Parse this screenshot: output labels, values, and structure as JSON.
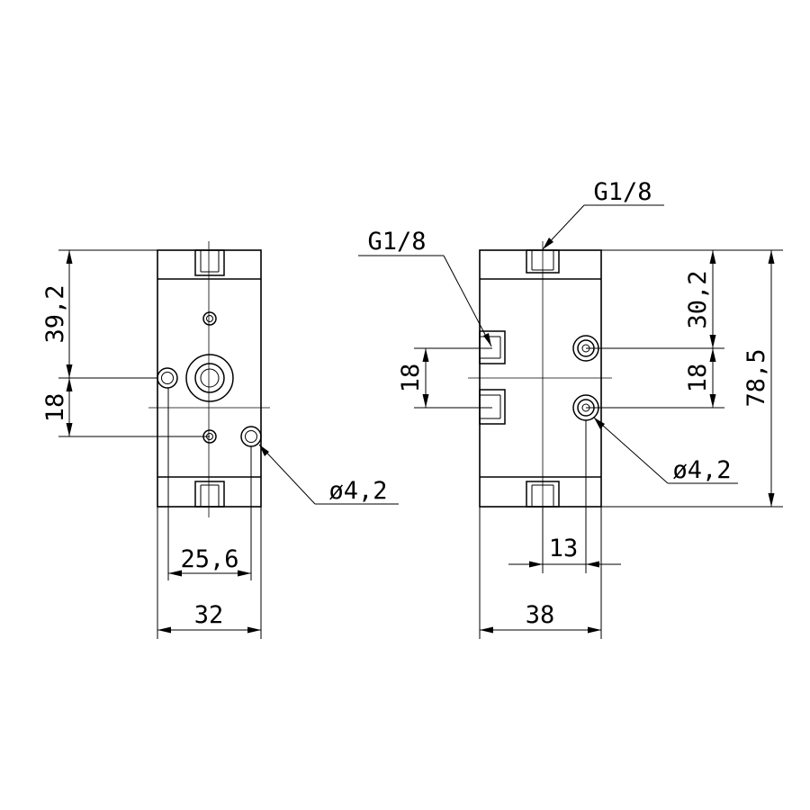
{
  "views": {
    "left": {
      "dims": {
        "top_height": "39,2",
        "spacing": "18",
        "hole_diameter": "ø4,2",
        "inner_width": "25,6",
        "outer_width": "32"
      }
    },
    "right": {
      "dims": {
        "port_top": "G1/8",
        "port_side": "G1/8",
        "spacing_left": "18",
        "top_height": "30,2",
        "spacing_right": "18",
        "total_height": "78,5",
        "hole_diameter": "ø4,2",
        "offset": "13",
        "outer_width": "38"
      }
    }
  }
}
